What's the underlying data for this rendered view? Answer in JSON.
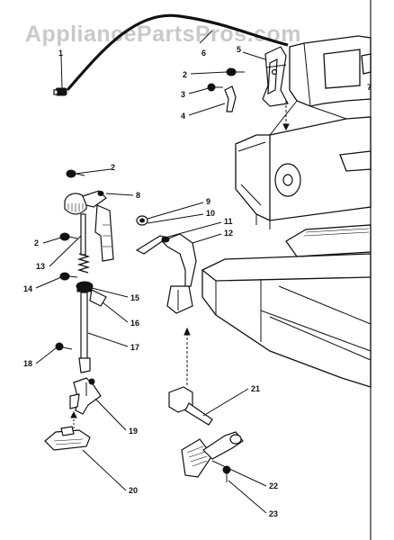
{
  "watermark": "AppliancePartsPros.com",
  "callouts": {
    "c1": "1",
    "c2a": "2",
    "c2b": "2",
    "c2c": "2",
    "c3": "3",
    "c4": "4",
    "c5": "5",
    "c6": "6",
    "c7": "7",
    "c8": "8",
    "c9": "9",
    "c10": "10",
    "c11": "11",
    "c12": "12",
    "c13": "13",
    "c14": "14",
    "c15": "15",
    "c16": "16",
    "c17": "17",
    "c18": "18",
    "c19": "19",
    "c20": "20",
    "c21": "21",
    "c22": "22",
    "c23": "23"
  },
  "colors": {
    "line": "#111111",
    "watermark": "#c9c9c9",
    "background": "#ffffff"
  }
}
